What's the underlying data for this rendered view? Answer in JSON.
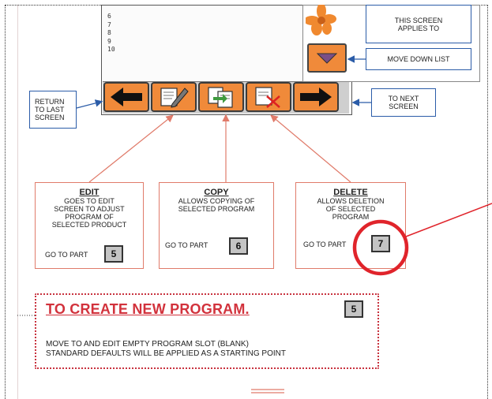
{
  "screen_list": [
    "6",
    "7",
    "8",
    "9",
    "10"
  ],
  "toolbar": {
    "back_icon": "arrow-left-icon",
    "edit_icon": "edit-pencil-icon",
    "copy_icon": "copy-document-icon",
    "delete_icon": "delete-x-icon",
    "next_icon": "arrow-right-icon"
  },
  "side_panel": {
    "applies_to_label": "THIS SCREEN\nAPPLIES TO",
    "move_down_label": "MOVE DOWN LIST",
    "move_down_icon": "triangle-down-icon",
    "accent_color": "#f08a3a",
    "flower_icon": "orange-flower-icon"
  },
  "callouts": {
    "return_label": "RETURN\nTO LAST\nSCREEN",
    "next_label": "TO NEXT\nSCREEN"
  },
  "cards": {
    "edit": {
      "title": "EDIT",
      "body": "GOES TO EDIT\nSCREEN TO ADJUST\nPROGRAM OF\nSELECTED PRODUCT",
      "goto_label": "GO TO PART",
      "part": "5"
    },
    "copy": {
      "title": "COPY",
      "body": "ALLOWS COPYING OF\nSELECTED PROGRAM",
      "goto_label": "GO TO PART",
      "part": "6"
    },
    "delete": {
      "title": "DELETE",
      "body": "ALLOWS DELETION\nOF SELECTED\nPROGRAM",
      "goto_label": "GO TO PART",
      "part": "7"
    }
  },
  "create_new": {
    "title": "TO CREATE NEW PROGRAM.",
    "part": "5",
    "line1": "MOVE TO AND EDIT EMPTY PROGRAM SLOT (BLANK)",
    "line2": "STANDARD DEFAULTS WILL BE APPLIED AS A STARTING POINT"
  },
  "colors": {
    "highlight_circle": "#e0242b",
    "callout_border": "#2b5ca8",
    "card_border": "#e07b6a"
  }
}
